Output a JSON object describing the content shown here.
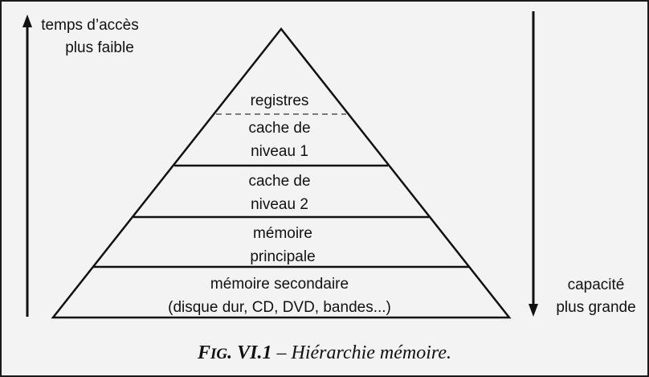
{
  "left_axis": {
    "line1": "temps d’accès",
    "line2": "plus faible"
  },
  "right_axis": {
    "line1": "capacité",
    "line2": "plus grande"
  },
  "pyramid": {
    "levels": [
      {
        "lines": [
          "registres"
        ]
      },
      {
        "lines": [
          "cache de",
          "niveau 1"
        ]
      },
      {
        "lines": [
          "cache de",
          "niveau 2"
        ]
      },
      {
        "lines": [
          "mémoire",
          "principale"
        ]
      },
      {
        "lines": [
          "mémoire secondaire",
          "(disque dur, CD, DVD, bandes...)"
        ]
      }
    ]
  },
  "caption": {
    "fig_F": "F",
    "fig_rest": "IG",
    "fig_number": ". VI.1",
    "text": " – Hiérarchie mémoire."
  }
}
